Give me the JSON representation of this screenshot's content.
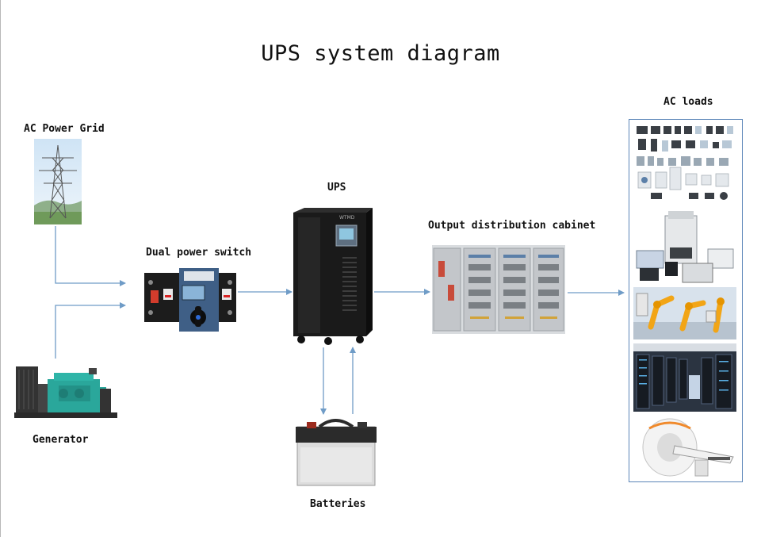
{
  "title": "UPS system diagram",
  "nodes": {
    "ac_power_grid": "AC Power Grid",
    "generator": "Generator",
    "dual_power_switch": "Dual power switch",
    "ups": "UPS",
    "ups_brand": "WTMD",
    "batteries": "Batteries",
    "output_distribution_cabinet": "Output distribution cabinet",
    "ac_loads": "AC loads"
  },
  "colors": {
    "arrow": "#6f9cc7",
    "loads_border": "#5b85b8"
  },
  "icons": [
    "transmission-tower-icon",
    "generator-icon",
    "dual-switch-icon",
    "ups-cabinet-icon",
    "battery-icon",
    "distribution-cabinet-icon",
    "appliances-icon",
    "office-equipment-icon",
    "robot-arms-icon",
    "server-racks-icon",
    "ct-scanner-icon"
  ]
}
